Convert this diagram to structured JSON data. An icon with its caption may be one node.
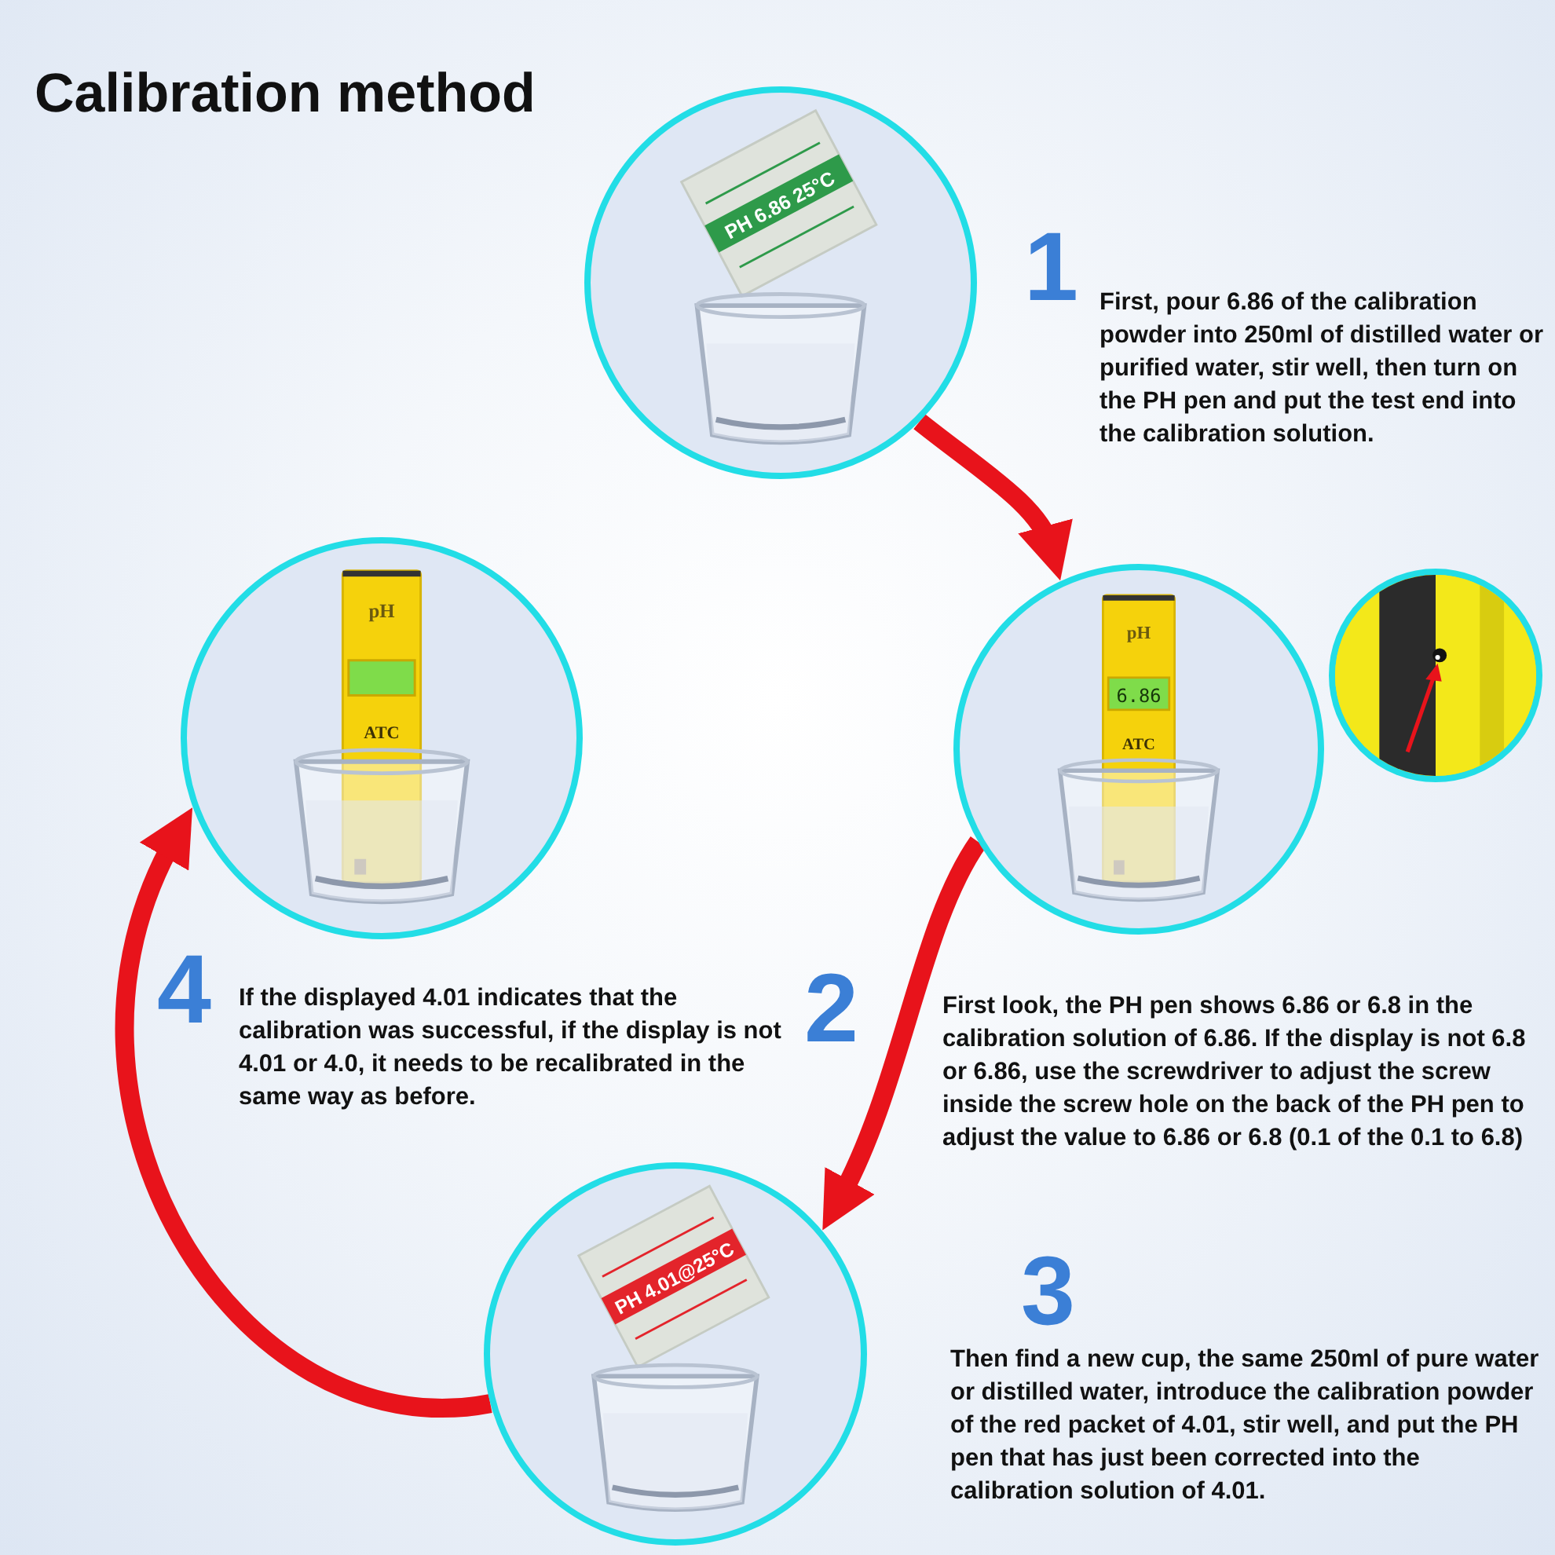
{
  "diagram": {
    "title": "Calibration method",
    "nodes": [
      {
        "text": [],
        "shape": "picture",
        "beside": [
          "1",
          "First, pour 6.86 of the calibration powder into 250ml of distilled water or purified water, stir well, then turn on the PH pen and put the test end into the calibration solution."
        ]
      },
      {
        "text": [],
        "shape": "picture",
        "beside": [
          "2",
          "First look, the PH pen shows 6.86 or 6.8 in the calibration solution of 6.86. If the display is not 6.8 or 6.86, use the screwdriver to adjust the screw inside the screw hole on the back of the PH pen to adjust the value to 6.86 or 6.8 (0.1 of the 0.1 to 6.8)"
        ]
      },
      {
        "text": [],
        "shape": "picture"
      },
      {
        "text": [],
        "shape": "picture",
        "beside": [
          "3",
          "Then find a new cup, the same 250ml of pure water or distilled water, introduce the calibration powder of the red packet of 4.01, stir well, and put the PH pen that has just been corrected into the calibration solution of 4.01."
        ]
      },
      {
        "text": [],
        "shape": "picture",
        "beside": [
          "4",
          "If the displayed 4.01 indicates that the calibration was successful, if the display is not 4.01 or 4.0, it needs to be recalibrated in the same way as before."
        ]
      }
    ],
    "edges": [
      {
        "from": 0,
        "to": 1,
        "arrow": "to"
      },
      {
        "from": 1,
        "to": 3,
        "arrow": "to"
      },
      {
        "from": 3,
        "to": 4,
        "arrow": "to"
      }
    ],
    "labels": [
      "PH 6.86 25°C",
      "pH",
      "6.86",
      "ATC",
      "PH 4.01@25°C",
      "pH",
      "ATC"
    ]
  }
}
